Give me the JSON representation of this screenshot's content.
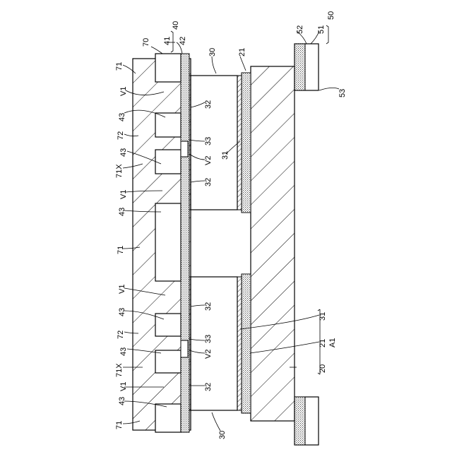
{
  "labels": {
    "r70": "70",
    "r41": "41",
    "r42": "42",
    "r40": "40",
    "r71a": "71",
    "rV1a": "V1",
    "r43a": "43",
    "r72a": "72",
    "r43b": "43",
    "r71Xa": "71X",
    "rV1b": "V1",
    "r43c": "43",
    "r71b": "71",
    "rV1c": "V1",
    "r43d": "43",
    "r72b": "72",
    "r43e": "43",
    "r71Xb": "71X",
    "rV1d": "V1",
    "r43f": "43",
    "r71c": "71",
    "r30a": "30",
    "r21a": "21",
    "r32a": "32",
    "r33a": "33",
    "rV2a": "V2",
    "r31a": "31",
    "r32b": "32",
    "r32c": "32",
    "r33b": "33",
    "rV2b": "V2",
    "r32d": "32",
    "r30b": "30",
    "r31b": "31",
    "r21b": "21",
    "rA1": "A1",
    "r20": "20",
    "r52": "52",
    "r51": "51",
    "r50": "50",
    "r53": "53"
  }
}
